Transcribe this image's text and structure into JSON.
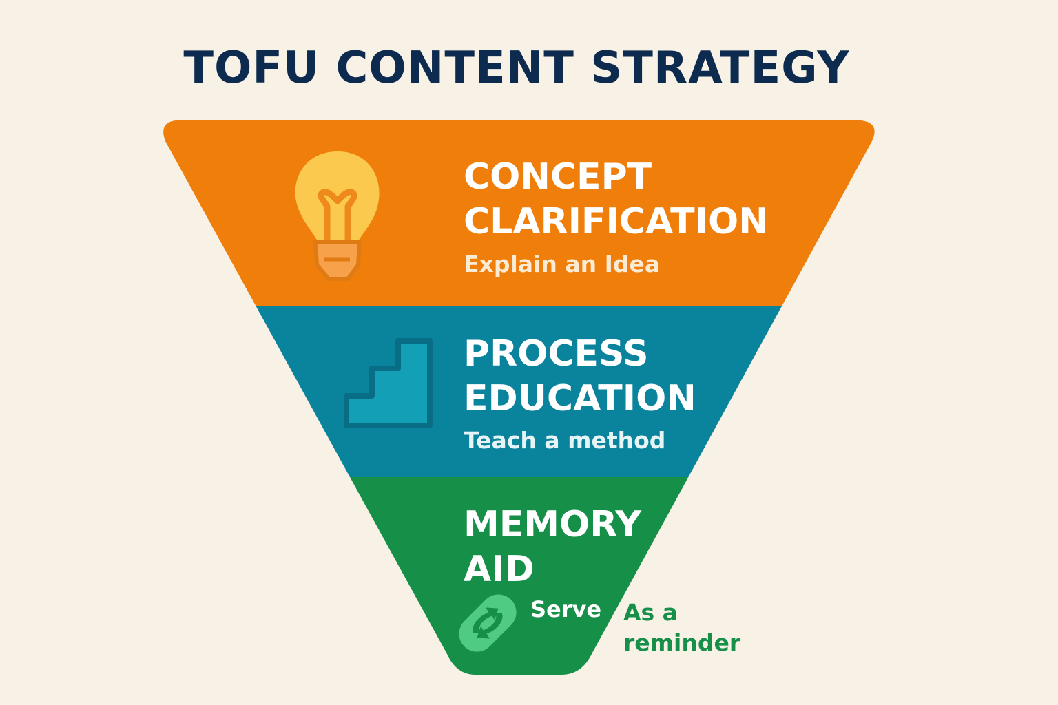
{
  "title": "TOFU CONTENT STRATEGY",
  "colors": {
    "background": "#F8F1E6",
    "title": "#0D2B4E",
    "tier1": "#EF7F0A",
    "tier2": "#0A839C",
    "tier3": "#168F48"
  },
  "tiers": [
    {
      "heading_line1": "CONCEPT",
      "heading_line2": "CLARIFICATION",
      "subtitle": "Explain an Idea",
      "icon": "lightbulb-icon"
    },
    {
      "heading_line1": "PROCESS",
      "heading_line2": "EDUCATION",
      "subtitle": "Teach a method",
      "icon": "stairs-icon"
    },
    {
      "heading_line1": "MEMORY",
      "heading_line2": "AID",
      "subtitle": "Serve",
      "subtitle_outside_line1": "As a",
      "subtitle_outside_line2": "reminder",
      "icon": "refresh-arrows-icon"
    }
  ]
}
